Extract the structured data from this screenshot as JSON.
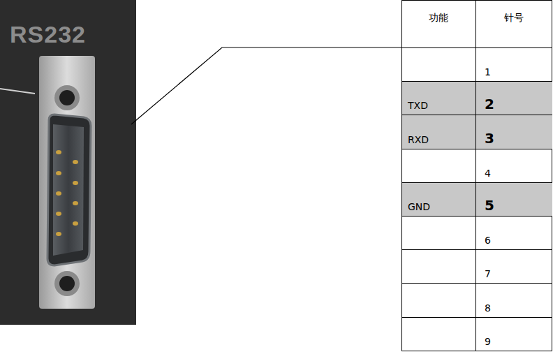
{
  "diagram": {
    "labels": [
      "RS232",
      "功能",
      "针号",
      "1",
      "TXD",
      "2",
      "RXD",
      "3",
      "4",
      "GND",
      "5",
      "6",
      "7",
      "8",
      "9"
    ]
  }
}
